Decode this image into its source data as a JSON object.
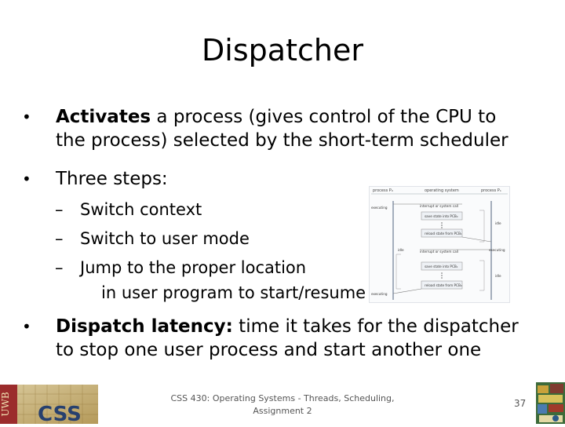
{
  "title": "Dispatcher",
  "bullets": [
    {
      "bold": "Activates",
      "rest_line1": " a process (gives control of the CPU to",
      "line2": "the process) selected by the short-term scheduler"
    },
    {
      "text": "Three steps:"
    },
    {
      "bold": "Dispatch latency:",
      "rest_line1": " time it takes for the dispatcher",
      "line2": "to stop one user process and start another one"
    }
  ],
  "sub_items": [
    "Switch context",
    "Switch to user mode",
    "Jump to the proper location",
    "in user program to start/resume"
  ],
  "diagram": {
    "col_headers": [
      "process P₀",
      "operating system",
      "process P₁"
    ],
    "ops": [
      "interrupt or system call",
      "save state into PCB₀",
      "reload state from PCB₁",
      "interrupt or system call",
      "save state into PCB₁",
      "reload state from PCB₀"
    ],
    "left_labels": [
      "executing",
      "idle",
      "executing"
    ],
    "right_labels": [
      "idle",
      "executing",
      "idle"
    ]
  },
  "footer": {
    "line1": "CSS 430: Operating Systems - Threads, Scheduling,",
    "line2": "Assignment 2",
    "page": "37"
  },
  "logo_left": {
    "letters": "UWB",
    "text": "CSS"
  }
}
